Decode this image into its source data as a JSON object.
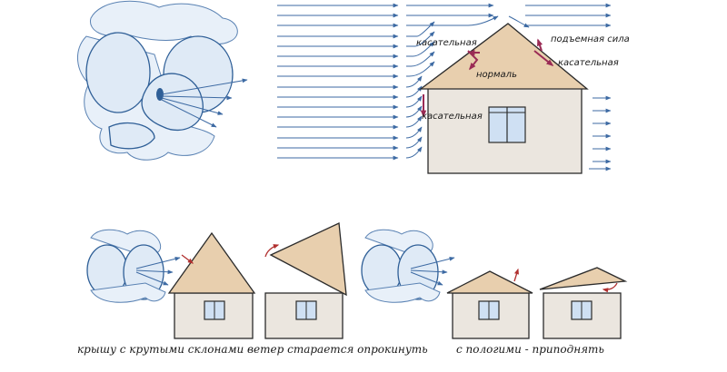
{
  "labels": {
    "tangent_left_top": "касательная",
    "normal": "нормаль",
    "lift": "подъемная сила",
    "tangent_right": "касательная",
    "tangent_left_mid": "касательная"
  },
  "captions": {
    "steep": "крышу с крутыми склонами ветер старается опрокинуть",
    "gentle": "с пологими - приподнять"
  },
  "colors": {
    "wind": "#3d6aa3",
    "cloud": "#dfeaf6",
    "roof": "#e8cfae",
    "wall": "#ebe6df",
    "force": "#9a2b55",
    "movement": "#b1302f"
  }
}
